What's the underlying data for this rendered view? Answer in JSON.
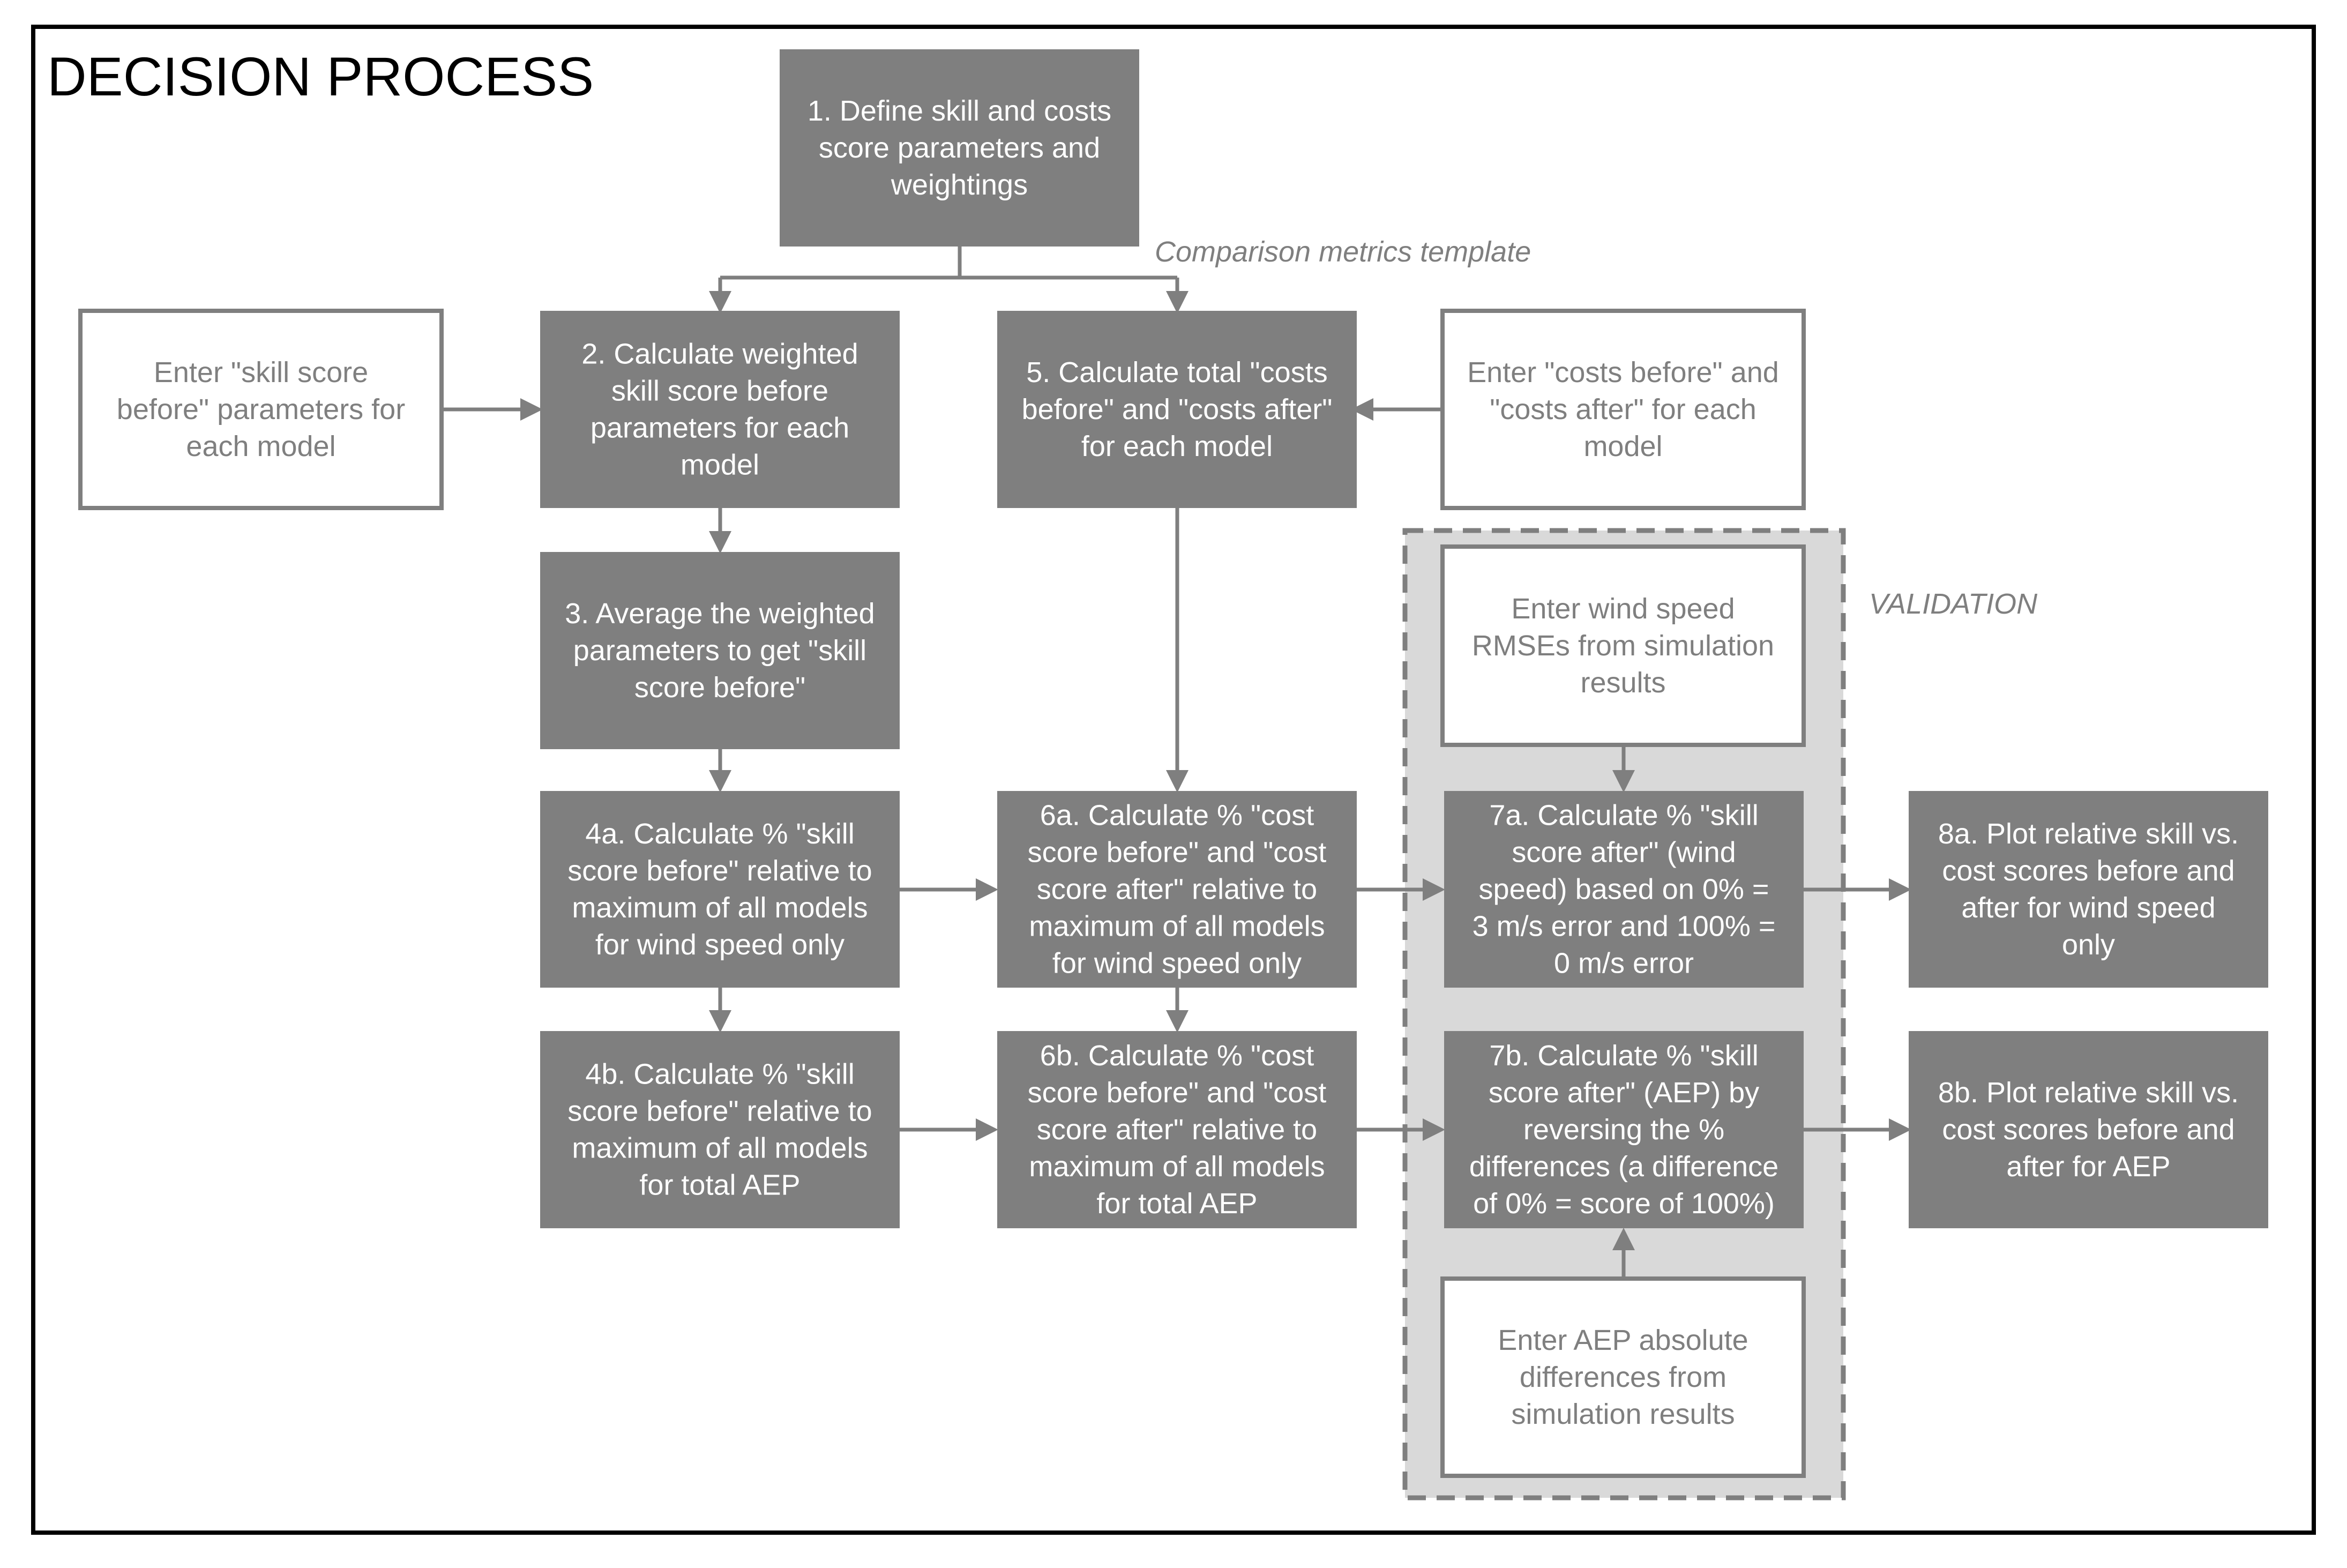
{
  "title": "DECISION PROCESS",
  "notes": {
    "comparison": "Comparison metrics template",
    "validation": "VALIDATION"
  },
  "boxes": {
    "step1": [
      "1. Define skill and costs",
      "score parameters and",
      "weightings"
    ],
    "input_skill": [
      "Enter \"skill score",
      "before\" parameters for",
      "each model"
    ],
    "step2": [
      "2. Calculate weighted",
      "skill score before",
      "parameters for each",
      "model"
    ],
    "step5": [
      "5. Calculate total \"costs",
      "before\" and \"costs after\"",
      "for each model"
    ],
    "input_costs": [
      "Enter \"costs before\" and",
      "\"costs after\" for each",
      "model"
    ],
    "step3": [
      "3. Average the weighted",
      "parameters to get \"skill",
      "score before\""
    ],
    "input_rmse": [
      "Enter wind speed",
      "RMSEs from simulation",
      "results"
    ],
    "step4a": [
      "4a. Calculate % \"skill",
      "score before\" relative to",
      "maximum of all models",
      "for wind speed only"
    ],
    "step6a": [
      "6a. Calculate % \"cost",
      "score before\" and \"cost",
      "score after\" relative to",
      "maximum of all models",
      "for wind speed only"
    ],
    "step7a": [
      "7a. Calculate % \"skill",
      "score after\" (wind",
      "speed) based on 0% =",
      "3 m/s error and 100% =",
      "0 m/s error"
    ],
    "step8a": [
      "8a. Plot relative skill vs.",
      "cost scores before and",
      "after for wind speed",
      "only"
    ],
    "step4b": [
      "4b. Calculate % \"skill",
      "score before\" relative to",
      "maximum of all models",
      "for total AEP"
    ],
    "step6b": [
      "6b. Calculate % \"cost",
      "score before\" and \"cost",
      "score after\" relative to",
      "maximum of all models",
      "for total AEP"
    ],
    "step7b": [
      "7b. Calculate % \"skill",
      "score after\" (AEP) by",
      "reversing the %",
      "differences (a difference",
      "of 0% = score of 100%)"
    ],
    "step8b": [
      "8b. Plot relative skill vs.",
      "cost scores before and",
      "after for AEP"
    ],
    "input_aep": [
      "Enter AEP absolute",
      "differences from",
      "simulation results"
    ]
  }
}
